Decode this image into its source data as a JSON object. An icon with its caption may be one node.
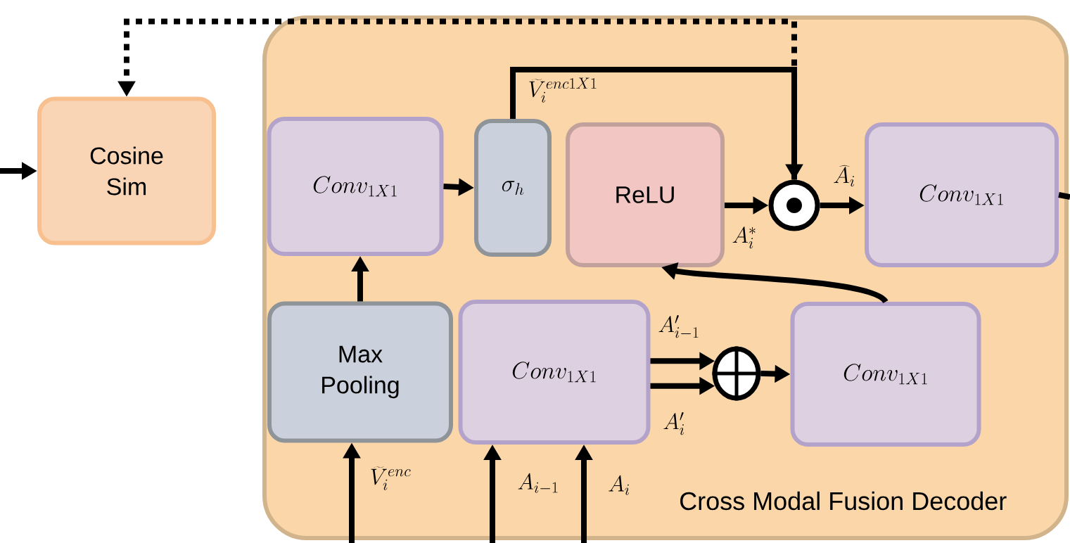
{
  "diagram": {
    "nodes": [
      {
        "text": [
          "Cross Modal Fusion Decoder"
        ]
      },
      {
        "text": [
          "Cosine Sim"
        ]
      },
      {
        "text": [
          "Conv_{1X1}"
        ],
        "in": 0
      },
      {
        "text": [
          "\\sigma_h"
        ],
        "in": 0
      },
      {
        "text": [
          "ReLU"
        ],
        "in": 0
      },
      {
        "text": [],
        "shape": "circle",
        "in": 0
      },
      {
        "text": [
          "Conv_{1X1}"
        ],
        "in": 0
      },
      {
        "text": [
          "Max Pooling"
        ],
        "in": 0
      },
      {
        "text": [
          "Conv_{1X1}"
        ],
        "in": 0
      },
      {
        "text": [],
        "shape": "circle",
        "in": 0
      },
      {
        "text": [
          "Conv_{1X1}"
        ],
        "in": 0
      }
    ],
    "edges": [
      {
        "from": 5,
        "to": 1,
        "arrow": "to",
        "style": "dashed"
      },
      {
        "from": null,
        "to": 1,
        "arrow": "to"
      },
      {
        "from": 2,
        "to": 3,
        "arrow": "to"
      },
      {
        "from": 3,
        "to": 5,
        "arrow": "to",
        "label": "\\widetilde{V}_i^{enc1X1}"
      },
      {
        "from": 4,
        "to": 5,
        "arrow": "to",
        "label": "A_i^*"
      },
      {
        "from": 5,
        "to": 6,
        "arrow": "to",
        "label": "\\widehat{A}_i"
      },
      {
        "from": 6,
        "to": null,
        "arrow": "none"
      },
      {
        "from": 7,
        "to": 2,
        "arrow": "to"
      },
      {
        "from": null,
        "to": 7,
        "arrow": "to",
        "label": "\\widetilde{V}_i^{enc}"
      },
      {
        "from": null,
        "to": 8,
        "arrow": "to",
        "label": "A_{i-1}"
      },
      {
        "from": null,
        "to": 8,
        "arrow": "to",
        "label": "A_i"
      },
      {
        "from": 8,
        "to": 9,
        "arrow": "to",
        "label": "A'_{i-1}"
      },
      {
        "from": 8,
        "to": 9,
        "arrow": "to",
        "label": "A'_i"
      },
      {
        "from": 9,
        "to": 10,
        "arrow": "to"
      },
      {
        "from": 10,
        "to": 4,
        "arrow": "to"
      }
    ]
  }
}
